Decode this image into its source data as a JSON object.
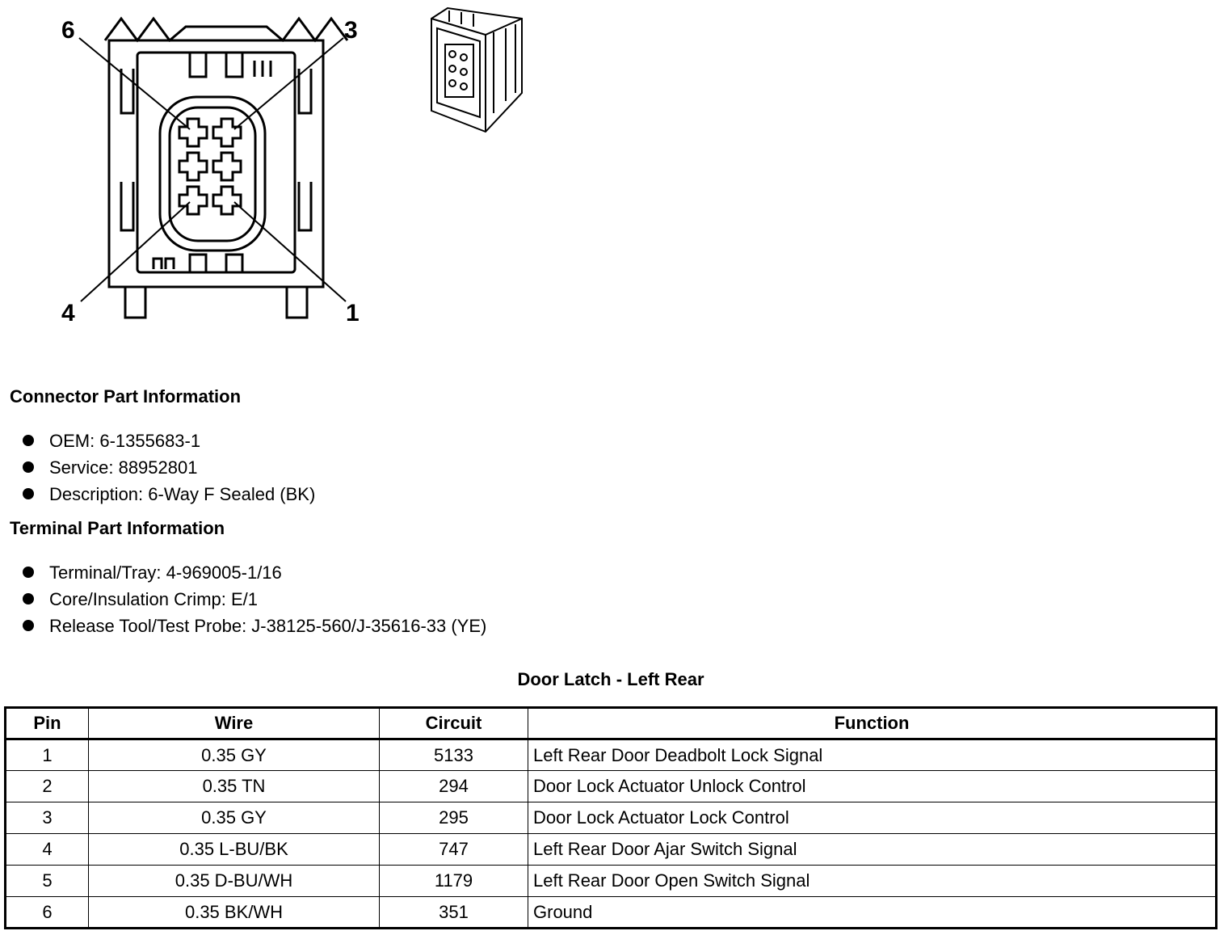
{
  "connector_face": {
    "pin_callouts": [
      "6",
      "3",
      "4",
      "1"
    ]
  },
  "connector_info": {
    "heading": "Connector Part Information",
    "items": [
      "OEM: 6-1355683-1",
      "Service: 88952801",
      "Description: 6-Way F Sealed (BK)"
    ]
  },
  "terminal_info": {
    "heading": "Terminal Part Information",
    "items": [
      "Terminal/Tray: 4-969005-1/16",
      "Core/Insulation Crimp: E/1",
      "Release Tool/Test Probe: J-38125-560/J-35616-33 (YE)"
    ]
  },
  "pin_table": {
    "title": "Door Latch - Left Rear",
    "headers": [
      "Pin",
      "Wire",
      "Circuit",
      "Function"
    ],
    "rows": [
      [
        "1",
        "0.35 GY",
        "5133",
        "Left Rear Door Deadbolt Lock Signal"
      ],
      [
        "2",
        "0.35 TN",
        "294",
        "Door Lock Actuator Unlock Control"
      ],
      [
        "3",
        "0.35 GY",
        "295",
        "Door Lock Actuator Lock Control"
      ],
      [
        "4",
        "0.35 L-BU/BK",
        "747",
        "Left Rear Door Ajar Switch Signal"
      ],
      [
        "5",
        "0.35 D-BU/WH",
        "1179",
        "Left Rear Door Open Switch Signal"
      ],
      [
        "6",
        "0.35 BK/WH",
        "351",
        "Ground"
      ]
    ]
  }
}
